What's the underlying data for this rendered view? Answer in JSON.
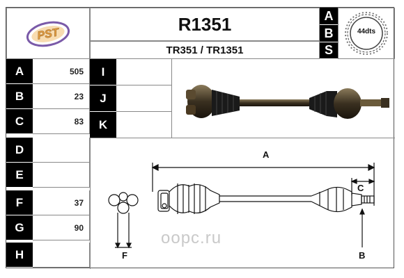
{
  "part": {
    "number": "R1351",
    "cross_refs": "TR351 / TR1351",
    "teeth": "44dts"
  },
  "abs_labels": [
    "A",
    "B",
    "S"
  ],
  "spec_rows": [
    {
      "letter": "A",
      "value": "505"
    },
    {
      "letter": "B",
      "value": "23"
    },
    {
      "letter": "C",
      "value": "83"
    },
    {
      "letter": "D",
      "value": ""
    },
    {
      "letter": "E",
      "value": ""
    },
    {
      "letter": "F",
      "value": "37"
    },
    {
      "letter": "G",
      "value": "90"
    },
    {
      "letter": "H",
      "value": ""
    }
  ],
  "ijk_rows": [
    {
      "letter": "I",
      "value": ""
    },
    {
      "letter": "J",
      "value": ""
    },
    {
      "letter": "K",
      "value": ""
    }
  ],
  "diagram_labels": {
    "a": "A",
    "b": "B",
    "c": "C",
    "f": "F"
  },
  "brand": {
    "logo_text": "PST",
    "watermark": "oopc.ru"
  },
  "colors": {
    "black": "#000000",
    "logo_orange": "#e8a040",
    "logo_purple": "#7a5aa8"
  }
}
